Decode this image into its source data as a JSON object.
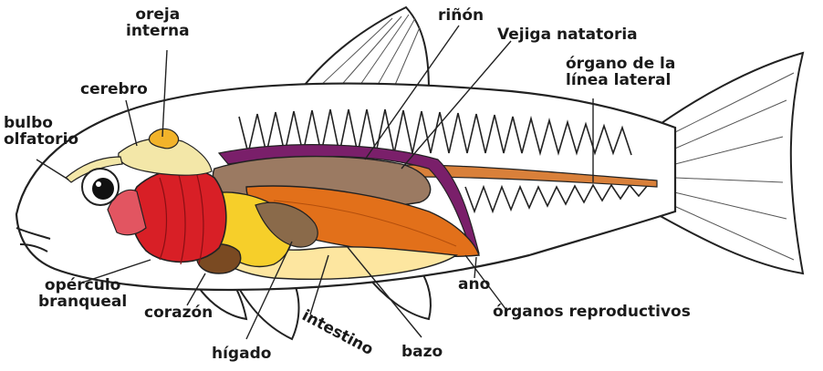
{
  "diagram": {
    "labels": {
      "oreja_interna": "oreja\ninterna",
      "rinon": "riñón",
      "vejiga": "Vejiga natatoria",
      "linea_lateral": "órgano de la\nlínea lateral",
      "cerebro": "cerebro",
      "bulbo": "bulbo\nolfatorio",
      "operculo": "opérculo\nbranqueal",
      "corazon": "corazón",
      "higado": "hígado",
      "intestino": "intestino",
      "bazo": "bazo",
      "ano": "ano",
      "organos_reproductivos": "órganos reproductivos"
    },
    "colors": {
      "outline": "#222222",
      "gills": "#d81f26",
      "liver": "#f6cf2a",
      "intestine": "#fde6a0",
      "kidney": "#7a1f6a",
      "swim_bladder": "#9b7a62",
      "reproductive": "#e2701a",
      "heart": "#7a4a22",
      "brain": "#f3e7a8",
      "lateral_line": "#d9803a"
    }
  }
}
